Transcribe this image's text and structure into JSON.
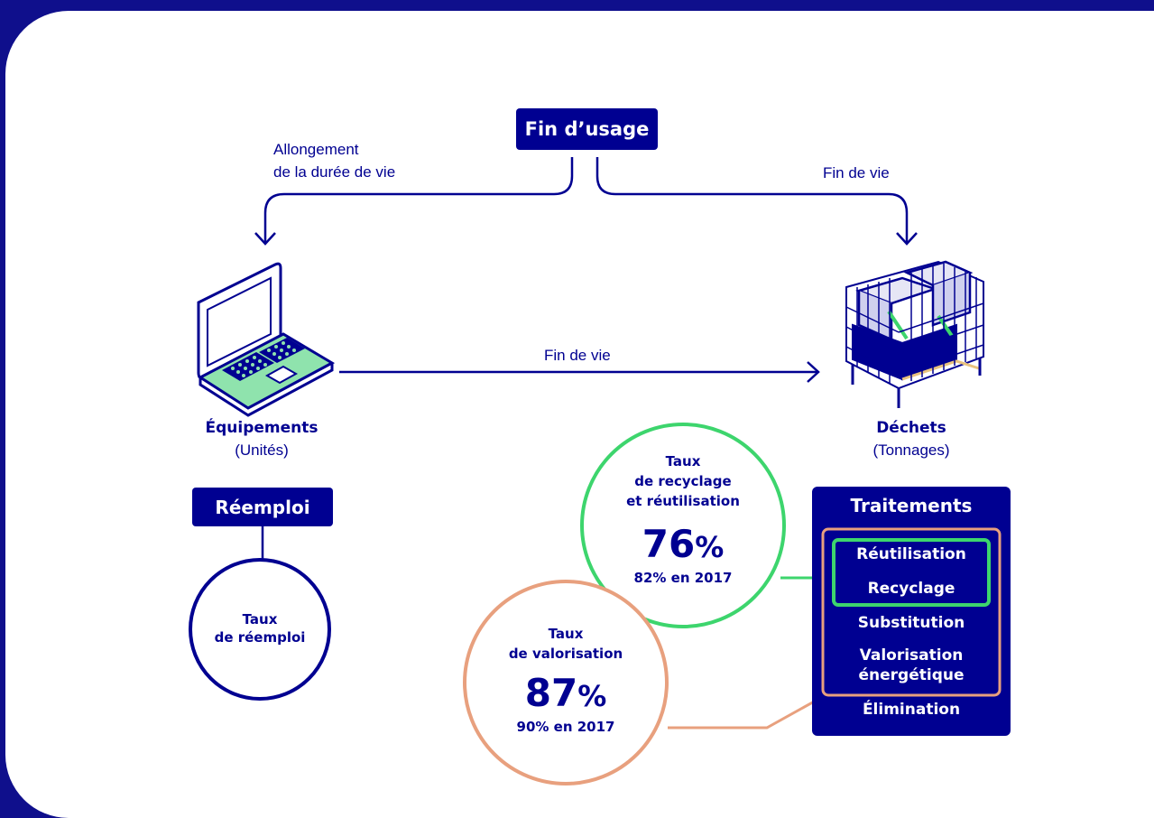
{
  "top": {
    "fin_usage": "Fin d’usage"
  },
  "left_branch": {
    "line1": "Allongement",
    "line2": "de la durée de vie"
  },
  "right_branch": {
    "label": "Fin de vie"
  },
  "middle_arrow": {
    "label": "Fin de vie"
  },
  "equipements": {
    "title": "Équipements",
    "subtitle": "(Unités)"
  },
  "dechets": {
    "title": "Déchets",
    "subtitle": "(Tonnages)"
  },
  "reemploi": {
    "pill": "Réemploi",
    "circle_line1": "Taux",
    "circle_line2": "de réemploi"
  },
  "recyclage_circle": {
    "line1": "Taux",
    "line2": "de recyclage",
    "line3": "et réutilisation",
    "value": "76",
    "unit": "%",
    "previous": "82% en 2017"
  },
  "valorisation_circle": {
    "line1": "Taux",
    "line2": "de valorisation",
    "value": "87",
    "unit": "%",
    "previous": "90% en 2017"
  },
  "traitements": {
    "title": "Traitements",
    "items": [
      "Réutilisation",
      "Recyclage",
      "Substitution",
      "Valorisation",
      "énergétique",
      "Élimination"
    ]
  },
  "colors": {
    "navy": "#000091",
    "green": "#3dd56d",
    "orange": "#e8a07e",
    "laptop_green": "#8fe3ad"
  }
}
